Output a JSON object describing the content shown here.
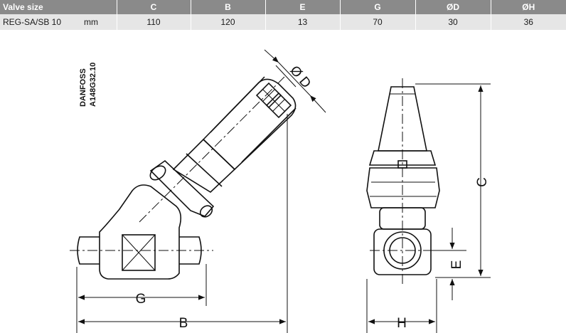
{
  "table": {
    "headers": [
      "Valve size",
      "",
      "C",
      "B",
      "E",
      "G",
      "ØD",
      "ØH"
    ],
    "row": {
      "size": "REG-SA/SB 10",
      "unit": "mm",
      "values": [
        "110",
        "120",
        "13",
        "70",
        "30",
        "36"
      ]
    }
  },
  "drawing": {
    "brand": "DANFOSS",
    "code": "A148G32.10",
    "dim_labels": {
      "g": "G",
      "b": "B",
      "d": "Ø D",
      "h": "H",
      "c": "C",
      "e": "E"
    }
  },
  "colors": {
    "header_bg": "#8a8a8a",
    "row_bg": "#e6e6e6"
  }
}
